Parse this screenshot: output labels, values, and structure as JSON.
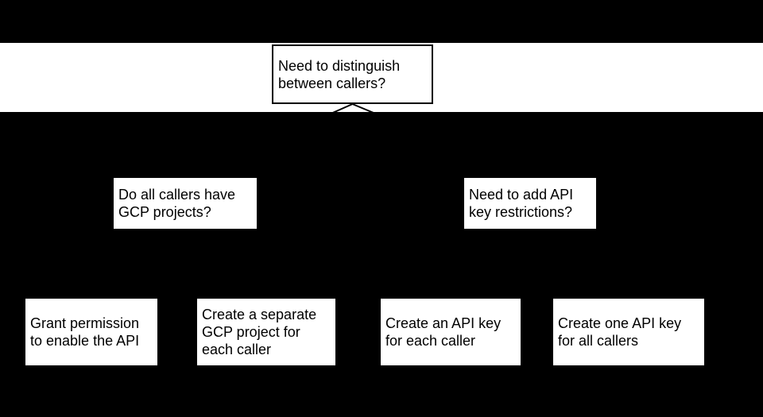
{
  "diagram": {
    "nodes": {
      "root": {
        "label_lines": [
          "Need to distinguish",
          "between callers?"
        ]
      },
      "q_left": {
        "label_lines": [
          "Do all callers have",
          "GCP projects?"
        ]
      },
      "q_right": {
        "label_lines": [
          "Need to add API",
          "key restrictions?"
        ]
      },
      "leaf_grant_permission": {
        "label_lines": [
          "Grant permission",
          "to enable the API"
        ]
      },
      "leaf_separate_gcp_project": {
        "label_lines": [
          "Create a separate",
          "GCP project for",
          "each caller"
        ]
      },
      "leaf_api_key_each_caller": {
        "label_lines": [
          "Create an API key",
          "for each caller"
        ]
      },
      "leaf_one_api_key": {
        "label_lines": [
          "Create one API key",
          "for all callers"
        ]
      }
    },
    "colors": {
      "background": "#000000",
      "band": "#ffffff",
      "box_fill": "#ffffff",
      "box_border": "#000000",
      "text": "#000000",
      "connector": "#000000"
    }
  }
}
